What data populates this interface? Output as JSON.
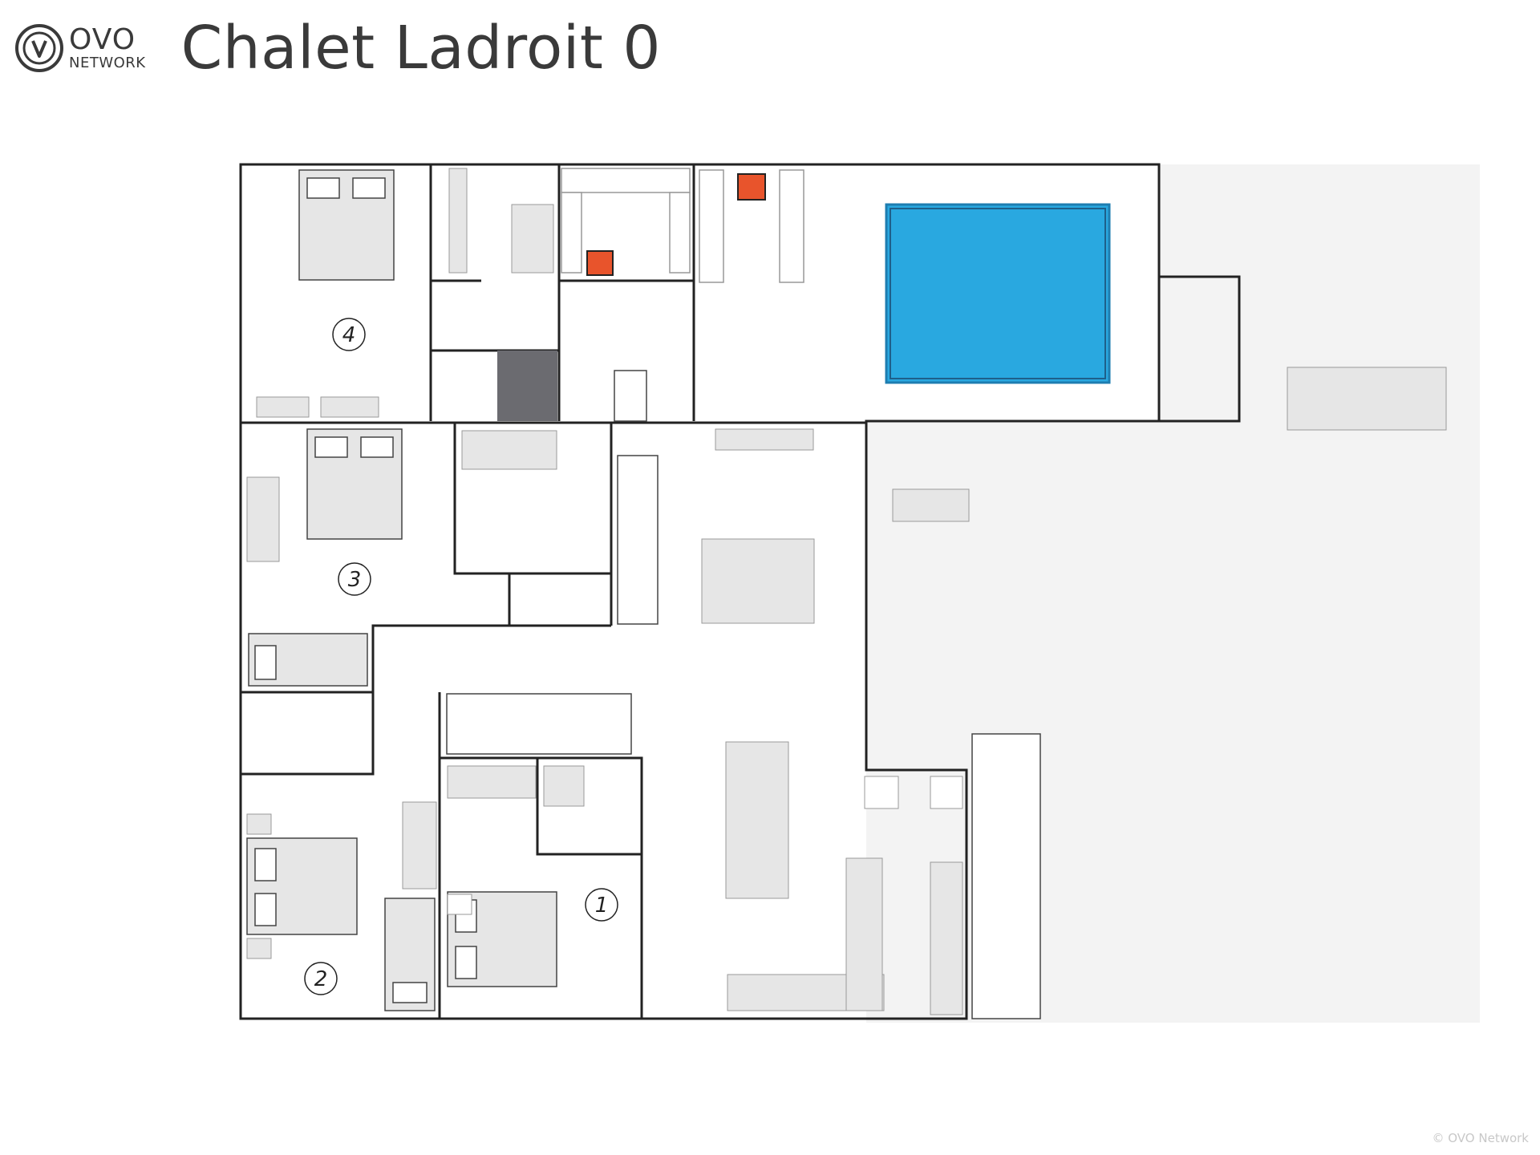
{
  "header": {
    "logo_brand": "OVO",
    "logo_network": "NETWORK",
    "title": "Chalet Ladroit 0"
  },
  "rooms": [
    {
      "id": "room-1",
      "label": "1"
    },
    {
      "id": "room-2",
      "label": "2"
    },
    {
      "id": "room-3",
      "label": "3"
    },
    {
      "id": "room-4",
      "label": "4"
    }
  ],
  "footer": {
    "copyright": "© OVO Network"
  },
  "colors": {
    "wall": "#222222",
    "furniture": "#e6e6e6",
    "pool": "#29a8e0",
    "sauna_heater": "#e8542c",
    "terrace": "#f3f3f3",
    "text": "#3a3a3a"
  }
}
